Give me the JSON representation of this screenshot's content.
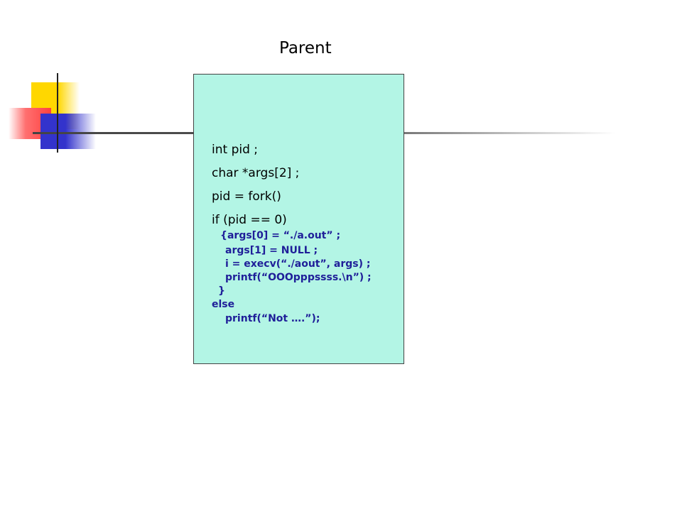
{
  "slide": {
    "title": "Parent",
    "code_lines": [
      "int pid ;",
      "char *args[2] ;",
      "pid = fork()",
      "if (pid == 0)",
      "{args[0] = “./a.out” ;",
      "args[1] = NULL ;",
      "i = execv(“./aout”, args) ;",
      "printf(“OOOpppssss.\\n”) ;",
      "}",
      "else",
      "printf(“Not ….”);"
    ]
  },
  "colors": {
    "panel_background": "#b3f5e5",
    "code_highlight": "#1f1f99",
    "deco_yellow": "#ffd700",
    "deco_red": "#ff4040",
    "deco_blue": "#3333cc"
  }
}
